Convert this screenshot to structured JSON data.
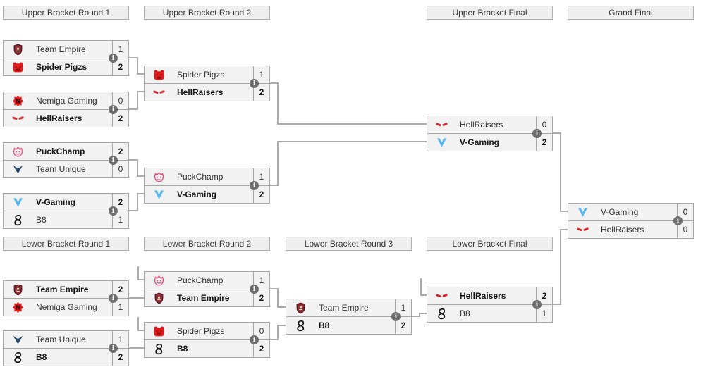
{
  "headers": {
    "upper_r1": "Upper Bracket Round 1",
    "upper_r2": "Upper Bracket Round 2",
    "upper_final": "Upper Bracket Final",
    "grand_final": "Grand Final",
    "lower_r1": "Lower Bracket Round 1",
    "lower_r2": "Lower Bracket Round 2",
    "lower_r3": "Lower Bracket Round 3",
    "lower_final": "Lower Bracket Final"
  },
  "info_icon": {
    "name": "info-icon",
    "glyph": "i"
  },
  "colors": {
    "box_bg": "#f2f2f2",
    "box_border": "#a7a7a7",
    "header_bg": "#eeeeee",
    "connector": "#ababab",
    "info_bg": "#6f6f6f",
    "team_empire": "#7d2231",
    "spider_pigzs": "#e01a1a",
    "nemiga_gaming": "#e11a1a",
    "hellraisers": "#d8262c",
    "puckchamp": "#e8447c",
    "team_unique": "#274968",
    "v_gaming": "#58b9f0",
    "b8": "#141414"
  },
  "matches": {
    "ub_r1_m1": {
      "top": {
        "name": "Team Empire",
        "score": "1",
        "winner": false,
        "icon": "team-empire-logo"
      },
      "bottom": {
        "name": "Spider Pigzs",
        "score": "2",
        "winner": true,
        "icon": "spider-pigzs-logo"
      }
    },
    "ub_r1_m2": {
      "top": {
        "name": "Nemiga Gaming",
        "score": "0",
        "winner": false,
        "icon": "nemiga-gaming-logo"
      },
      "bottom": {
        "name": "HellRaisers",
        "score": "2",
        "winner": true,
        "icon": "hellraisers-logo"
      }
    },
    "ub_r1_m3": {
      "top": {
        "name": "PuckChamp",
        "score": "2",
        "winner": true,
        "icon": "puckchamp-logo"
      },
      "bottom": {
        "name": "Team Unique",
        "score": "0",
        "winner": false,
        "icon": "team-unique-logo"
      }
    },
    "ub_r1_m4": {
      "top": {
        "name": "V-Gaming",
        "score": "2",
        "winner": true,
        "icon": "v-gaming-logo"
      },
      "bottom": {
        "name": "B8",
        "score": "1",
        "winner": false,
        "icon": "b8-logo"
      }
    },
    "ub_r2_m1": {
      "top": {
        "name": "Spider Pigzs",
        "score": "1",
        "winner": false,
        "icon": "spider-pigzs-logo"
      },
      "bottom": {
        "name": "HellRaisers",
        "score": "2",
        "winner": true,
        "icon": "hellraisers-logo"
      }
    },
    "ub_r2_m2": {
      "top": {
        "name": "PuckChamp",
        "score": "1",
        "winner": false,
        "icon": "puckchamp-logo"
      },
      "bottom": {
        "name": "V-Gaming",
        "score": "2",
        "winner": true,
        "icon": "v-gaming-logo"
      }
    },
    "ub_final": {
      "top": {
        "name": "HellRaisers",
        "score": "0",
        "winner": false,
        "icon": "hellraisers-logo"
      },
      "bottom": {
        "name": "V-Gaming",
        "score": "2",
        "winner": true,
        "icon": "v-gaming-logo"
      }
    },
    "grand_final": {
      "top": {
        "name": "V-Gaming",
        "score": "0",
        "winner": false,
        "icon": "v-gaming-logo"
      },
      "bottom": {
        "name": "HellRaisers",
        "score": "0",
        "winner": false,
        "icon": "hellraisers-logo"
      }
    },
    "lb_r1_m1": {
      "top": {
        "name": "Team Empire",
        "score": "2",
        "winner": true,
        "icon": "team-empire-logo"
      },
      "bottom": {
        "name": "Nemiga Gaming",
        "score": "1",
        "winner": false,
        "icon": "nemiga-gaming-logo"
      }
    },
    "lb_r1_m2": {
      "top": {
        "name": "Team Unique",
        "score": "1",
        "winner": false,
        "icon": "team-unique-logo"
      },
      "bottom": {
        "name": "B8",
        "score": "2",
        "winner": true,
        "icon": "b8-logo"
      }
    },
    "lb_r2_m1": {
      "top": {
        "name": "PuckChamp",
        "score": "1",
        "winner": false,
        "icon": "puckchamp-logo"
      },
      "bottom": {
        "name": "Team Empire",
        "score": "2",
        "winner": true,
        "icon": "team-empire-logo"
      }
    },
    "lb_r2_m2": {
      "top": {
        "name": "Spider Pigzs",
        "score": "0",
        "winner": false,
        "icon": "spider-pigzs-logo"
      },
      "bottom": {
        "name": "B8",
        "score": "2",
        "winner": true,
        "icon": "b8-logo"
      }
    },
    "lb_r3": {
      "top": {
        "name": "Team Empire",
        "score": "1",
        "winner": false,
        "icon": "team-empire-logo"
      },
      "bottom": {
        "name": "B8",
        "score": "2",
        "winner": true,
        "icon": "b8-logo"
      }
    },
    "lb_final": {
      "top": {
        "name": "HellRaisers",
        "score": "2",
        "winner": true,
        "icon": "hellraisers-logo"
      },
      "bottom": {
        "name": "B8",
        "score": "1",
        "winner": false,
        "icon": "b8-logo"
      }
    }
  }
}
